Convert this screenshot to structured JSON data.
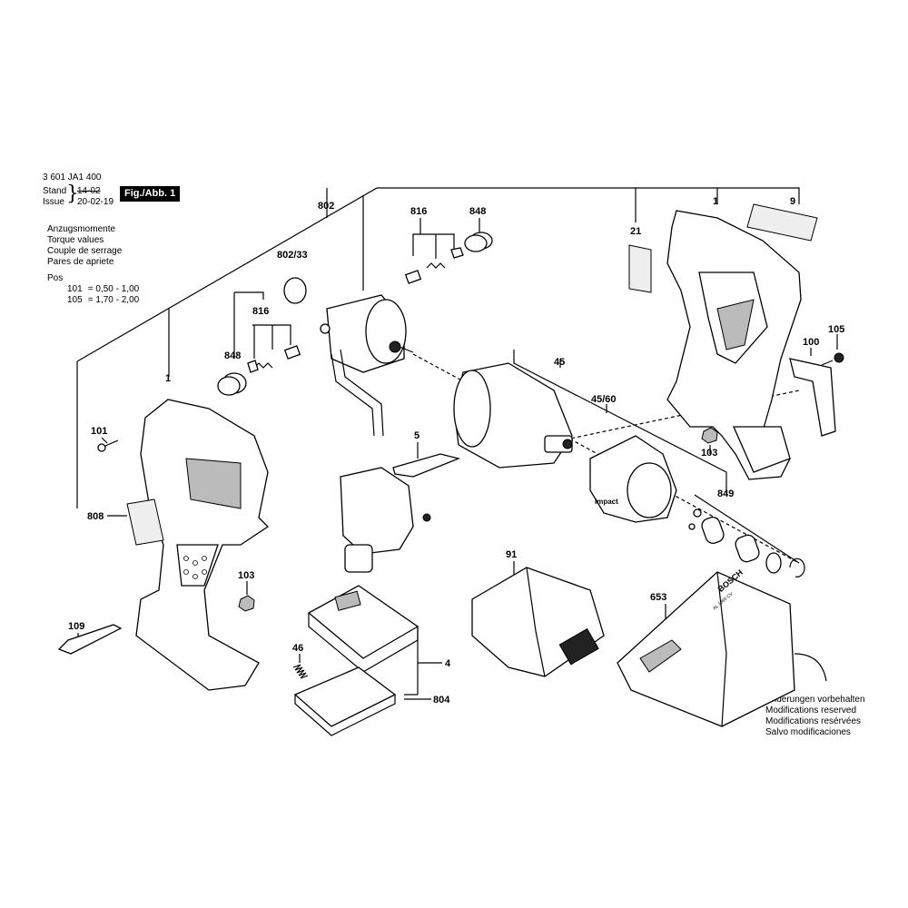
{
  "document": {
    "number": "3 601 JA1 400",
    "stand_label": "Stand",
    "issue_label": "Issue",
    "old_date": "14-02",
    "new_date": "20-02-19",
    "figure_label": "Fig./Abb. 1"
  },
  "torque": {
    "line_de": "Anzugsmomente",
    "line_en": "Torque values",
    "line_fr": "Couple de serrage",
    "line_es": "Pares de apriete",
    "pos_label": "Pos",
    "rows": [
      {
        "pos": "101",
        "value": "= 0,50 - 1,00"
      },
      {
        "pos": "105",
        "value": "= 1,70 - 2,00"
      }
    ]
  },
  "modifications": [
    "Änderungen vorbehalten",
    "Modifications reserved",
    "Modifications resérvées",
    "Salvo modificaciones"
  ],
  "callouts": {
    "c802": "802",
    "c816a": "816",
    "c848a": "848",
    "c1a": "1",
    "c9": "9",
    "c21": "21",
    "c802_33": "802/33",
    "c816b": "816",
    "c848b": "848",
    "c1b": "1",
    "c101": "101",
    "c808": "808",
    "c103a": "103",
    "c109": "109",
    "c5": "5",
    "c45": "45",
    "c45_60": "45/60",
    "c100": "100",
    "c105": "105",
    "c103b": "103",
    "c849": "849",
    "c91": "91",
    "c653": "653",
    "c46": "46",
    "c4": "4",
    "c804": "804"
  },
  "part_markings": {
    "impact": "Impact",
    "bosch": "BOSCH",
    "charger_model": "AL 1860 CV"
  }
}
